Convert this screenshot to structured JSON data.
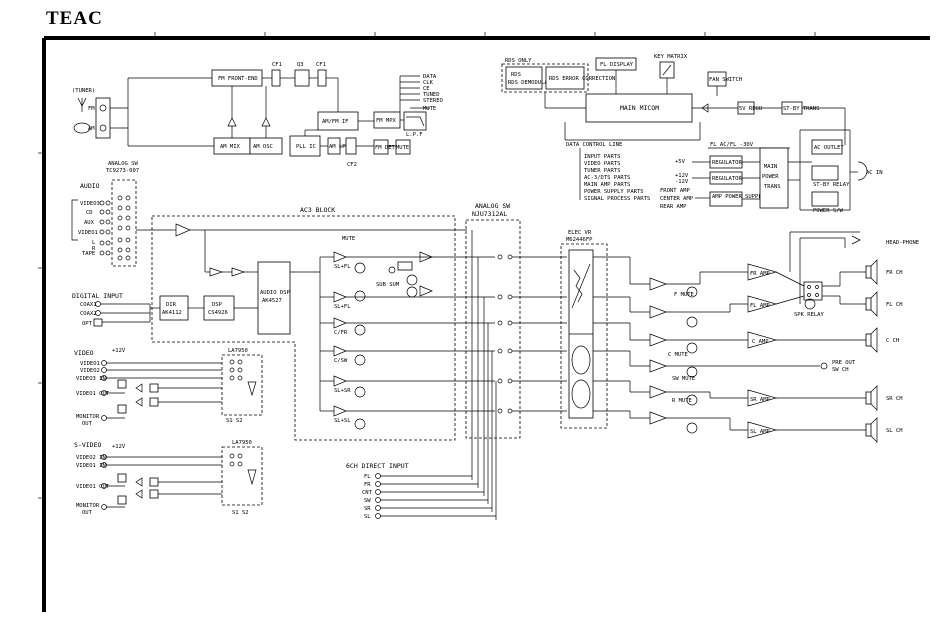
{
  "brand": "TEAC",
  "tuner": {
    "antenna_label": "(TUNER)",
    "fm": "FM",
    "am": "AM",
    "blocks": {
      "fm_front_end": "FM FRONT-END",
      "am_mix": "AM MIX",
      "am_osc": "AM OSC",
      "pll_ic": "PLL IC",
      "am_fm_if": "AM/FM IF",
      "fm_mpx": "FM MPX",
      "am_lpf": "AM LPF",
      "fm_det": "FM DET",
      "mute": "MUTE",
      "lpf": "L.P.F",
      "cf1a": "CF1",
      "cf1b": "CF1",
      "cf2": "CF2",
      "q3": "Q3"
    },
    "signals": [
      "DATA",
      "CLK",
      "CE",
      "TUNED",
      "STEREO",
      "MUTE"
    ]
  },
  "control": {
    "rds_only": "RDS ONLY",
    "rds_demod": "RDS DEMODULATOR",
    "error_corr": "RDS ERROR CORRECTION",
    "fl_display": "FL DISPLAY",
    "key_matrix": "KEY MATRIX",
    "fan_switch": "FAN SWITCH",
    "main_micom": "MAIN MICOM",
    "regu": "5V REGU",
    "trans": "ST-BY TRANS",
    "fl_ac": "FL AC/FL -30V",
    "data_control_line": "DATA CONTROL LINE",
    "control_list": [
      "INPUT PARTS",
      "VIDEO PARTS",
      "TUNER PARTS",
      "AC-3/DTS PARTS",
      "MAIN AMP PARTS",
      "POWER SUPPLY PARTS",
      "SIGNAL PROCESS PARTS"
    ],
    "regulator1": "REGULATOR",
    "regulator2": "REGULATOR",
    "amp_power": "AMP POWER SUPPLY",
    "main_power": "MAIN POWER TRANS",
    "ac_outlet": "AC OUTLET",
    "st_by_relay": "ST-BY RELAY",
    "power_sw": "POWER S/W",
    "ac_in": "AC IN",
    "front_amp": "FRONT AMP",
    "center_amp": "CENTER AMP",
    "rear_amp": "REAR AMP",
    "v_labels": [
      "+5V",
      "+12V",
      "-12V"
    ]
  },
  "inputs": {
    "analog_sw": "ANALOG SW",
    "analog_sw_part": "TC9273-007",
    "audio": "AUDIO",
    "audio_list": [
      "VIDEO3",
      "CD",
      "AUX",
      "VIDEO1",
      "L",
      "R",
      "TAPE"
    ],
    "digital_input": "DIGITAL INPUT",
    "digital_list": [
      "COAX1",
      "COAX2",
      "OPT"
    ],
    "video": "VIDEO",
    "video_list": [
      "VIDEO1",
      "VIDEO2",
      "VIDEO3 IN",
      "VIDEO1 OUT",
      "MONITOR OUT"
    ],
    "video_ic": "LA7950",
    "svideo": "S-VIDEO",
    "svideo_list": [
      "VIDEO2 IN",
      "VIDEO1 IN",
      "VIDEO1 OUT",
      "MONITOR OUT"
    ],
    "svideo_ic": "LA7950",
    "plus12v": "+12V",
    "s1s2": "S1 S2"
  },
  "ac3": {
    "title": "AC3 BLOCK",
    "dir": "DIR AK4112",
    "dsp": "DSP CS4926",
    "audio_dsp": "AUDIO DSP AK4527",
    "mute": "MUTE",
    "sub_sum": "SUB SUM",
    "ch_labels": [
      "SL+FL",
      "SL+FL",
      "C/FR",
      "C/SW",
      "SL+SR",
      "SL+SL"
    ]
  },
  "analog_sw2": {
    "title": "ANALOG SW",
    "part": "NJU7312AL"
  },
  "volume": {
    "title": "ELEC VR M62446FP"
  },
  "direct": {
    "title": "6CH DIRECT INPUT",
    "list": [
      "FL",
      "FR",
      "CNT",
      "SW",
      "SR",
      "SL"
    ]
  },
  "outputs": {
    "headphone": "HEAD-PHONE",
    "spk_relay": "SPK RELAY",
    "pre_out": "PRE OUT SW CH",
    "amps": [
      "FR AMP",
      "FL AMP",
      "C AMP",
      "SR AMP",
      "SL AMP"
    ],
    "mutes": [
      "F MUTE",
      "C MUTE",
      "SW MUTE",
      "R MUTE"
    ],
    "channels": [
      "FR CH",
      "FL CH",
      "C CH",
      "SR CH",
      "SL CH"
    ]
  }
}
